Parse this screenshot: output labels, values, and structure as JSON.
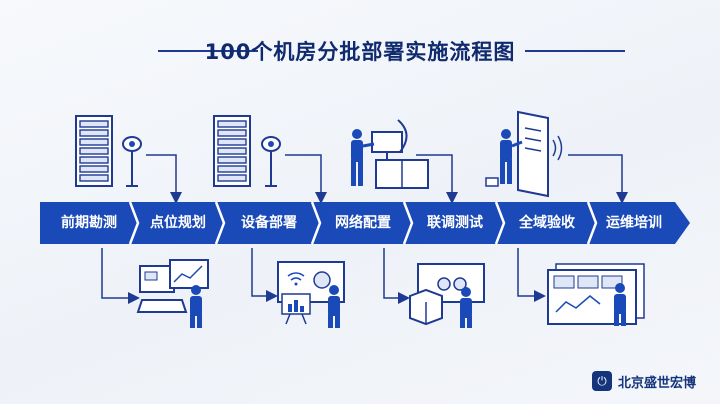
{
  "title": "100个机房分批部署实施流程图",
  "steps": [
    {
      "label": "前期勘测"
    },
    {
      "label": "点位规划"
    },
    {
      "label": "设备部署"
    },
    {
      "label": "网络配置"
    },
    {
      "label": "联调测试"
    },
    {
      "label": "全域验收"
    },
    {
      "label": "运维培训"
    }
  ],
  "brand": {
    "name": "北京盛世宏博",
    "logo_icon": "power-icon"
  },
  "colors": {
    "primary": "#1a49b8",
    "dark": "#14347c",
    "line": "#1f3a93"
  }
}
